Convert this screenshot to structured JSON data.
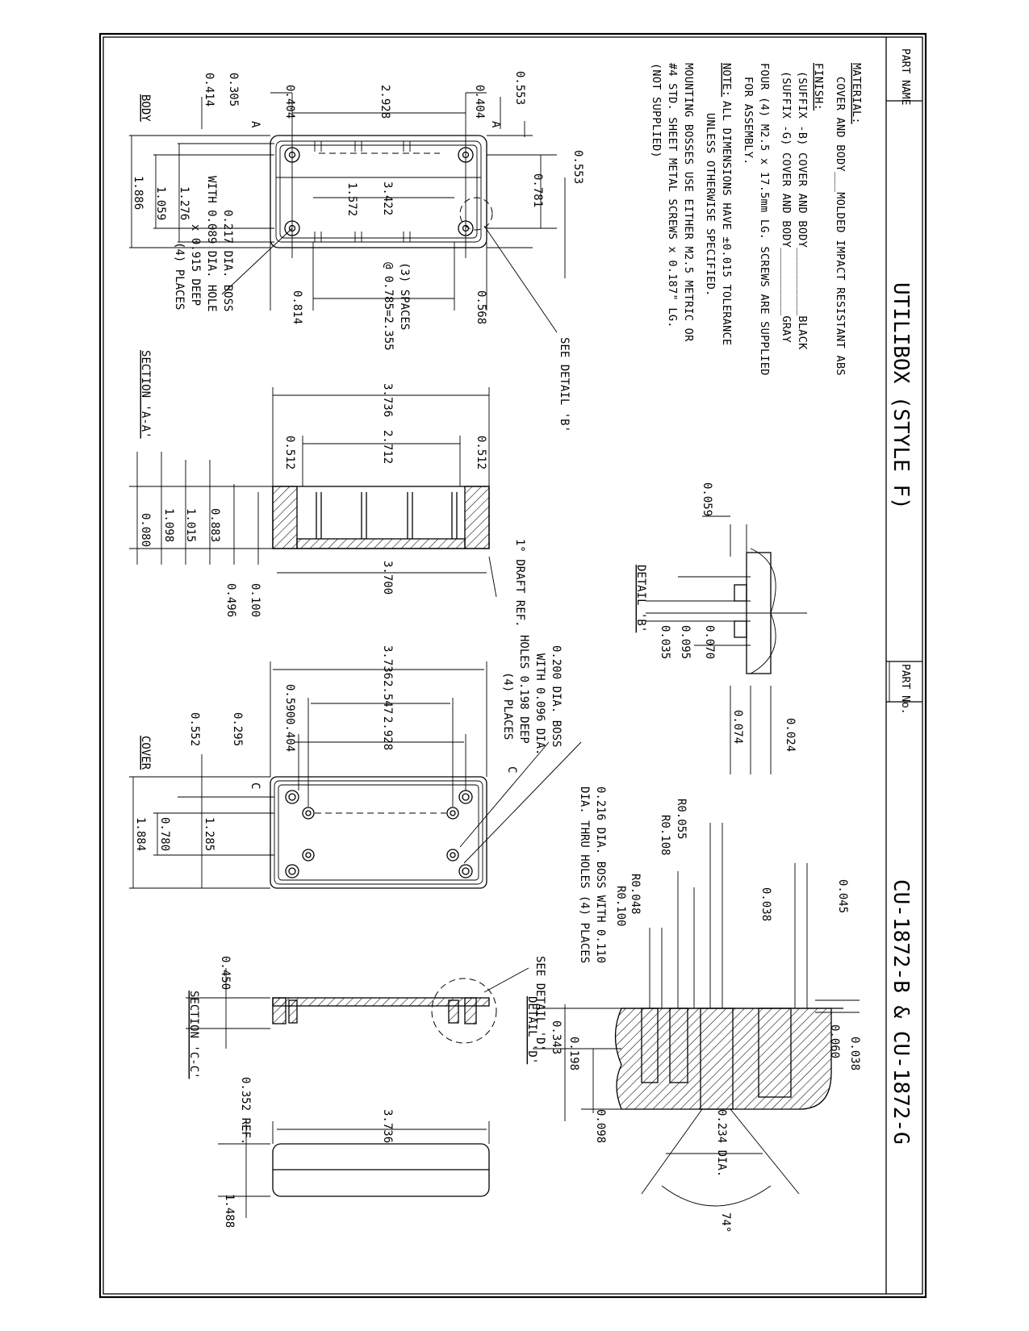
{
  "title_block": {
    "part_name_label": "PART NAME",
    "part_name": "UTILIBOX (STYLE F)",
    "part_no_label": "PART No.",
    "part_no": "CU-1872-B & CU-1872-G"
  },
  "notes": {
    "material_label": "MATERIAL:",
    "material_text": "COVER AND BODY___MOLDED IMPACT RESISTANT ABS",
    "finish_label": "FINISH:",
    "finish_b": "(SUFFIX -B) COVER AND BODY__________BLACK",
    "finish_g": "(SUFFIX -G) COVER AND BODY__________GRAY",
    "screws_1": "FOUR (4) M2.5 x 17.5mm LG. SCREWS ARE SUPPLIED",
    "screws_2": "FOR ASSEMBLY.",
    "note_label": "NOTE:",
    "note_1": "ALL DIMENSIONS HAVE ±0.015 TOLERANCE",
    "note_2": "UNLESS OTHERWISE SPECIFIED.",
    "mount_1": "MOUNTING BOSSES USE EITHER M2.5 METRIC OR",
    "mount_2": "#4 STD. SHEET METAL SCREWS x 0.187\" LG.",
    "mount_3": "(NOT SUPPLIED)"
  },
  "views": {
    "body": "BODY",
    "section_aa": "SECTION 'A-A'",
    "cover": "COVER",
    "section_cc": "SECTION 'C-C'",
    "detail_b": "DETAIL 'B'",
    "detail_d": "DETAIL 'D'",
    "see_detail_b": "SEE DETAIL 'B'",
    "see_detail_d": "SEE DETAIL 'D'",
    "marker_a": "A",
    "marker_c": "C"
  },
  "body_view": {
    "d_0553a": "0.553",
    "d_0404a": "0.404",
    "d_2928": "2.928",
    "d_0404b": "0.404",
    "d_0305": "0.305",
    "d_0414": "0.414",
    "d_0553b": "0.553",
    "d_0781": "0.781",
    "d_3422": "3.422",
    "d_1572": "1.572",
    "d_1886": "1.886",
    "d_1059": "1.059",
    "d_1276": "1.276",
    "d_0568": "0.568",
    "d_0814": "0.814",
    "spaces_1": "(3) SPACES",
    "spaces_2": "@ 0.785=2.355",
    "boss_1": "0.217 DIA. BOSS",
    "boss_2": "WITH 0.089 DIA. HOLE",
    "boss_3": "x 0.915 DEEP",
    "boss_4": "(4) PLACES"
  },
  "section_aa_view": {
    "d_3736": "3.736",
    "d_0512a": "0.512",
    "d_2712": "2.712",
    "d_0512b": "0.512",
    "d_3700": "3.700",
    "d_0059": "0.059",
    "d_0883": "0.883",
    "d_1015": "1.015",
    "d_1098": "1.098",
    "d_0080": "0.080",
    "d_0100": "0.100",
    "d_0496": "0.496",
    "draft": "1° DRAFT REF."
  },
  "detail_b_view": {
    "d_0070": "0.070",
    "d_0095": "0.095",
    "d_0035": "0.035",
    "d_0024": "0.024",
    "d_0074": "0.074"
  },
  "cover_view": {
    "d_3736": "3.736",
    "d_2547": "2.547",
    "d_2928": "2.928",
    "d_0590": "0.590",
    "d_0404": "0.404",
    "d_0295": "0.295",
    "d_0552": "0.552",
    "d_1884": "1.884",
    "d_0780": "0.780",
    "d_1285": "1.285",
    "boss_1": "0.200 DIA. BOSS",
    "boss_2": "WITH 0.096 DIA.",
    "boss_3": "HOLES 0.198 DEEP",
    "boss_4": "(4) PLACES",
    "thru_1": "0.216 DIA. BOSS WITH 0.110",
    "thru_2": "DIA. THRU HOLES (4) PLACES"
  },
  "section_cc_view": {
    "d_0450": "0.450",
    "d_0352": "0.352 REF.",
    "d_3736": "3.736",
    "d_1488": "1.488"
  },
  "detail_d_view": {
    "r_0055": "R0.055",
    "r_0108": "R0.108",
    "r_0048": "R0.048",
    "r_0100": "R0.100",
    "d_0045": "0.045",
    "d_0038a": "0.038",
    "d_0038b": "0.038",
    "d_0060": "0.060",
    "d_0343": "0.343",
    "d_0198": "0.198",
    "d_0098": "0.098",
    "d_0234": "0.234 DIA.",
    "angle": "74°"
  }
}
